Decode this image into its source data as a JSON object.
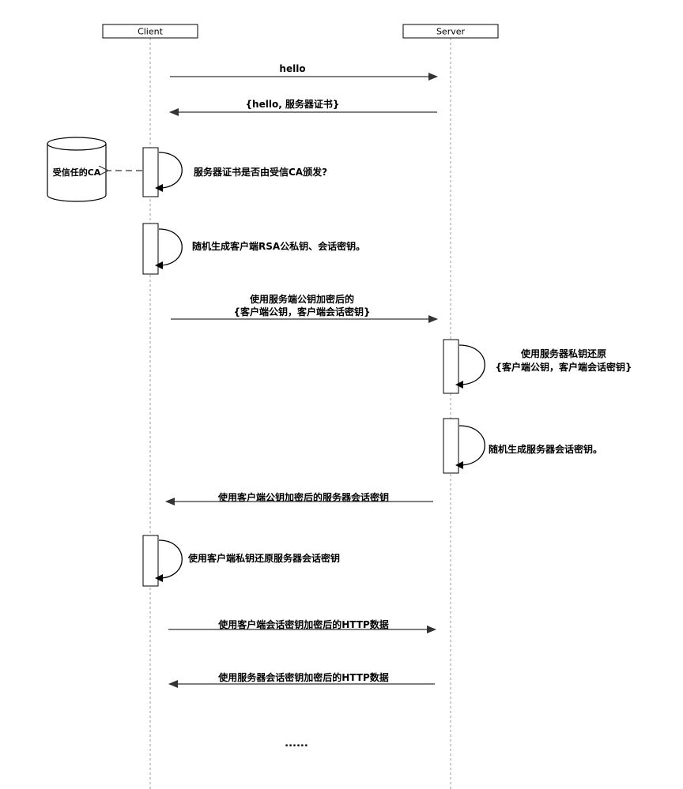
{
  "participants": {
    "client": "Client",
    "server": "Server"
  },
  "ca_label": "受信任的CA",
  "messages": [
    {
      "id": "m1",
      "text": "hello"
    },
    {
      "id": "m2",
      "text": "{hello, 服务器证书}"
    },
    {
      "id": "m5_line1",
      "text": "使用服务端公钥加密后的"
    },
    {
      "id": "m5_line2",
      "text": "{客户端公钥，客户端会话密钥}"
    },
    {
      "id": "m8",
      "text": "使用客户端公钥加密后的服务器会话密钥"
    },
    {
      "id": "m10",
      "text": "使用客户端会话密钥加密后的HTTP数据"
    },
    {
      "id": "m11",
      "text": "使用服务器会话密钥加密后的HTTP数据"
    }
  ],
  "self_messages": [
    {
      "id": "s3",
      "text": "服务器证书是否由受信CA颁发?"
    },
    {
      "id": "s4",
      "text": "随机生成客户端RSA公私钥、会话密钥。"
    },
    {
      "id": "s6_line1",
      "text": "使用服务器私钥还原"
    },
    {
      "id": "s6_line2",
      "text": "{客户端公钥，客户端会话密钥}"
    },
    {
      "id": "s7",
      "text": "随机生成服务器会话密钥。"
    },
    {
      "id": "s9",
      "text": "使用客户端私钥还原服务器会话密钥"
    }
  ],
  "ellipsis": "......"
}
